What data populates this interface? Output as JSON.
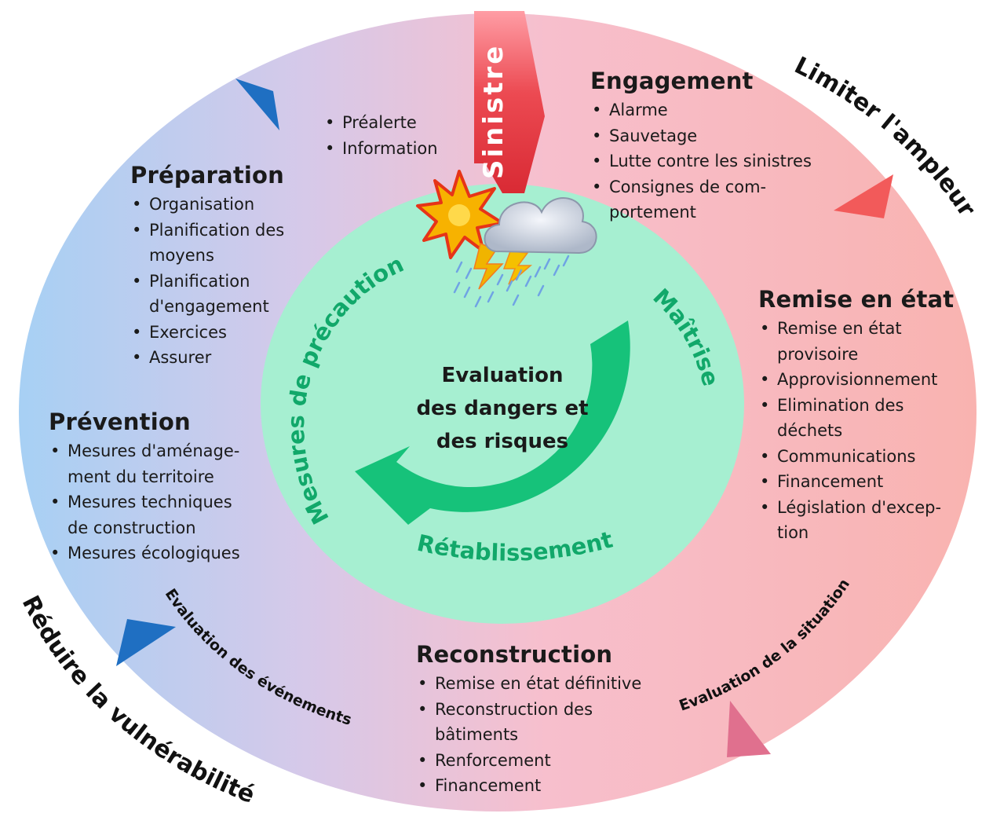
{
  "disaster_label": "Sinistre",
  "center": {
    "line1": "Evaluation",
    "line2": "des dangers et",
    "line3": "des risques"
  },
  "inner_labels": {
    "precaution": "Mesures de précaution",
    "maitrise": "Maîtrise",
    "retablissement": "Rétablissement"
  },
  "outer_labels": {
    "limiter": "Limiter l'ampleur",
    "reduire": "Réduire la vulnérabilité",
    "eval_situation": "Evaluation de la situation",
    "eval_evenements": "Evaluation des événements"
  },
  "alert": {
    "items": [
      "Préalerte",
      "Information"
    ]
  },
  "engagement": {
    "title": "Engagement",
    "items": [
      "Alarme",
      "Sauvetage",
      "Lutte contre les sinistres",
      "Consignes de com-\nportement"
    ]
  },
  "preparation": {
    "title": "Préparation",
    "items": [
      "Organisation",
      "Planification des\nmoyens",
      "Planification\nd'engagement",
      "Exercices",
      "Assurer"
    ]
  },
  "remise": {
    "title": "Remise en état",
    "items": [
      "Remise en état\nprovisoire",
      "Approvisionnement",
      "Elimination des\ndéchets",
      "Communications",
      "Financement",
      "Législation d'excep-\ntion"
    ]
  },
  "prevention": {
    "title": "Prévention",
    "items": [
      "Mesures d'aménage-\nment du territoire",
      "Mesures techniques\nde construction",
      "Mesures écologiques"
    ]
  },
  "reconstruction": {
    "title": "Reconstruction",
    "items": [
      "Remise en état définitive",
      "Reconstruction des\nbâtiments",
      "Renforcement",
      "Financement"
    ]
  },
  "colors": {
    "blue": "#a9d1f3",
    "mauve": "#d9c8e8",
    "pink": "#f8bdc9",
    "salmon": "#f9b5b3",
    "inner": "#a6efd1",
    "green_text": "#11a86a",
    "arrow_green": "#16c27a",
    "blue_marker": "#1f6fc2",
    "red_marker": "#f25a5a",
    "pink_marker": "#e0708e",
    "disaster_red": "#e3373f"
  }
}
